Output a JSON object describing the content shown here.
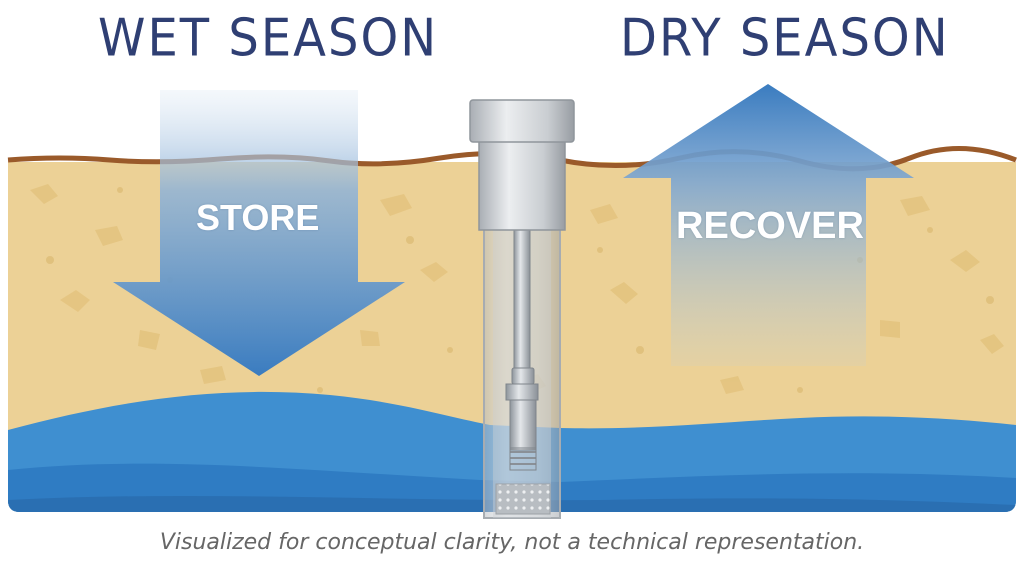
{
  "titles": {
    "wet": "WET SEASON",
    "dry": "DRY SEASON"
  },
  "arrows": {
    "store": "STORE",
    "recover": "RECOVER"
  },
  "caption": "Visualized for conceptual clarity, not a technical representation.",
  "colors": {
    "title": "#2f3f73",
    "sand": "#ecd196",
    "soil_line": "#9a5a2a",
    "water_light": "#3f8fd0",
    "water_dark": "#2f7cc3",
    "arrow": "#3f7fc0",
    "caption": "#666666"
  }
}
